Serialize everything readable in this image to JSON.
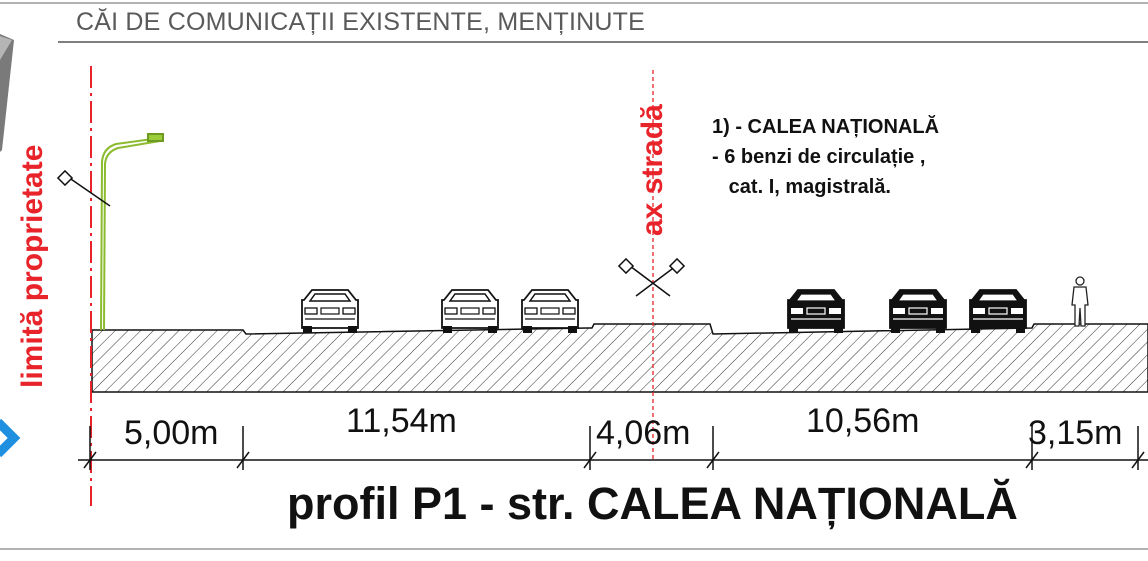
{
  "header": {
    "text": "CĂI DE COMUNICAȚII EXISTENTE, MENȚINUTE"
  },
  "labels": {
    "property_limit": "limită proprietate",
    "street_axis": "ax stradă"
  },
  "note": {
    "line1": "1) - CALEA NAȚIONALĂ",
    "line2": "- 6 benzi de circulație ,",
    "line3": "   cat. I, magistrală."
  },
  "dimensions": [
    "5,00m",
    "11,54m",
    "4,06m",
    "10,56m",
    "3,15m"
  ],
  "title": "profil P1 - str. CALEA NAȚIONALĂ",
  "colors": {
    "red": "#e8232a",
    "lamp": "#9ccc3a",
    "hatch": "#333333",
    "accent_blue": "#1f8fe0",
    "grey": "#7a7a7a"
  }
}
